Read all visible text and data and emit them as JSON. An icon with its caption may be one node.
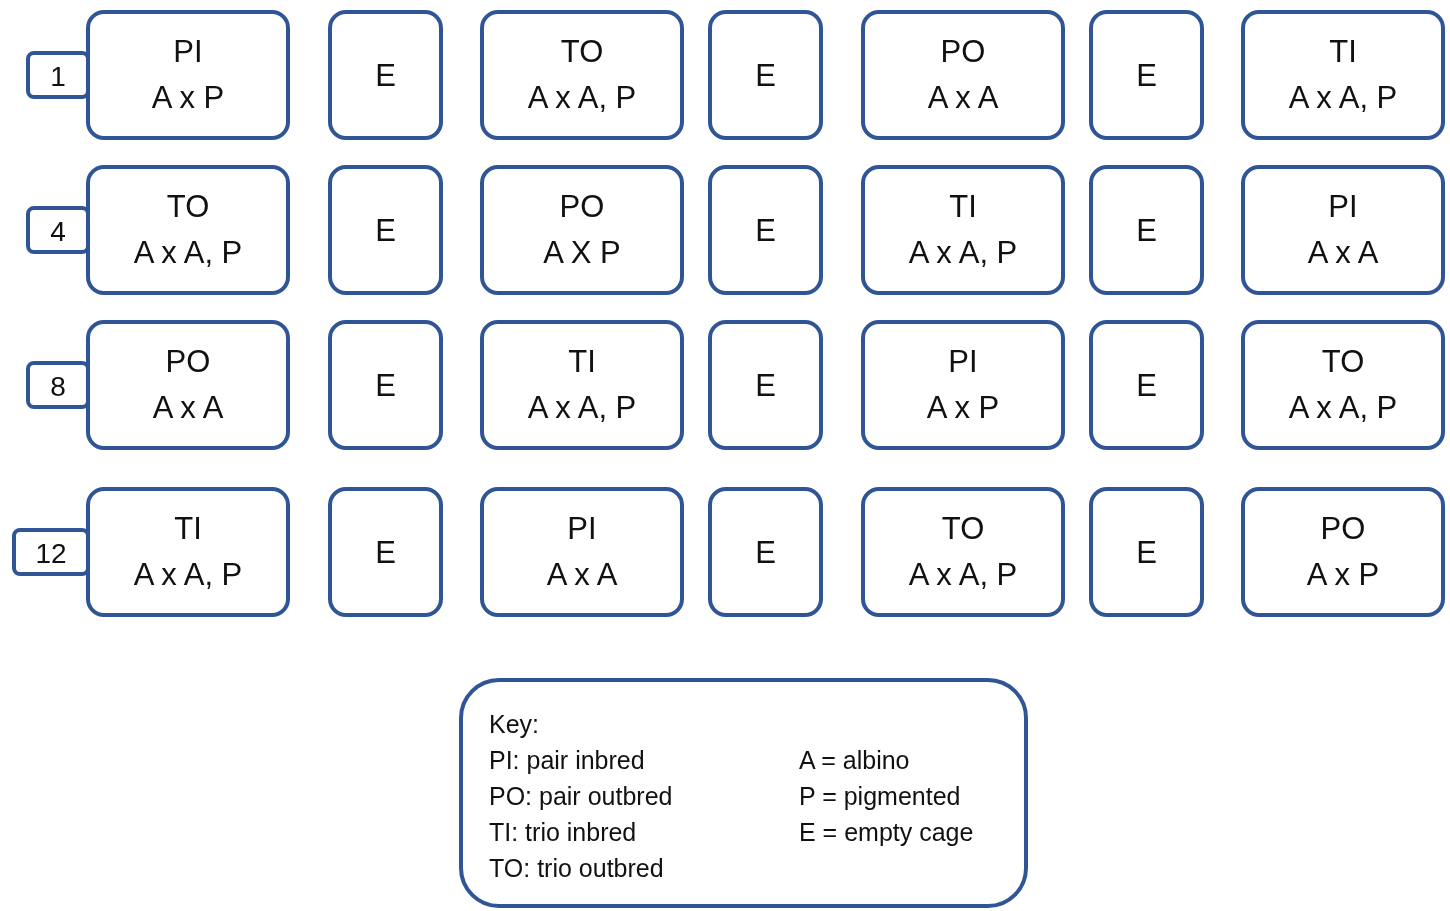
{
  "diagram": {
    "nodes": [
      {
        "text": [
          "1"
        ]
      },
      {
        "text": [
          "PI",
          "A x P"
        ]
      },
      {
        "text": [
          "E"
        ]
      },
      {
        "text": [
          "TO",
          "A x A, P"
        ]
      },
      {
        "text": [
          "E"
        ]
      },
      {
        "text": [
          "PO",
          "A x A"
        ]
      },
      {
        "text": [
          "E"
        ]
      },
      {
        "text": [
          "TI",
          "A x A, P"
        ]
      },
      {
        "text": [
          "4"
        ]
      },
      {
        "text": [
          "TO",
          "A x A, P"
        ]
      },
      {
        "text": [
          "E"
        ]
      },
      {
        "text": [
          "PO",
          "A X P"
        ]
      },
      {
        "text": [
          "E"
        ]
      },
      {
        "text": [
          "TI",
          "A x A, P"
        ]
      },
      {
        "text": [
          "E"
        ]
      },
      {
        "text": [
          "PI",
          "A x A"
        ]
      },
      {
        "text": [
          "8"
        ]
      },
      {
        "text": [
          "PO",
          "A x A"
        ]
      },
      {
        "text": [
          "E"
        ]
      },
      {
        "text": [
          "TI",
          "A x A, P"
        ]
      },
      {
        "text": [
          "E"
        ]
      },
      {
        "text": [
          "PI",
          "A x P"
        ]
      },
      {
        "text": [
          "E"
        ]
      },
      {
        "text": [
          "TO",
          "A x A, P"
        ]
      },
      {
        "text": [
          "12"
        ]
      },
      {
        "text": [
          "TI",
          "A x A, P"
        ]
      },
      {
        "text": [
          "E"
        ]
      },
      {
        "text": [
          "PI",
          "A x A"
        ]
      },
      {
        "text": [
          "E"
        ]
      },
      {
        "text": [
          "TO",
          "A x A, P"
        ]
      },
      {
        "text": [
          "E"
        ]
      },
      {
        "text": [
          "PO",
          "A x P"
        ]
      },
      {
        "text": [
          "Key:",
          "PI: pair inbred",
          "PO: pair outbred",
          "TI: trio inbred",
          "TO: trio outbred",
          "A = albino",
          "P = pigmented",
          "E = empty cage"
        ]
      }
    ]
  }
}
